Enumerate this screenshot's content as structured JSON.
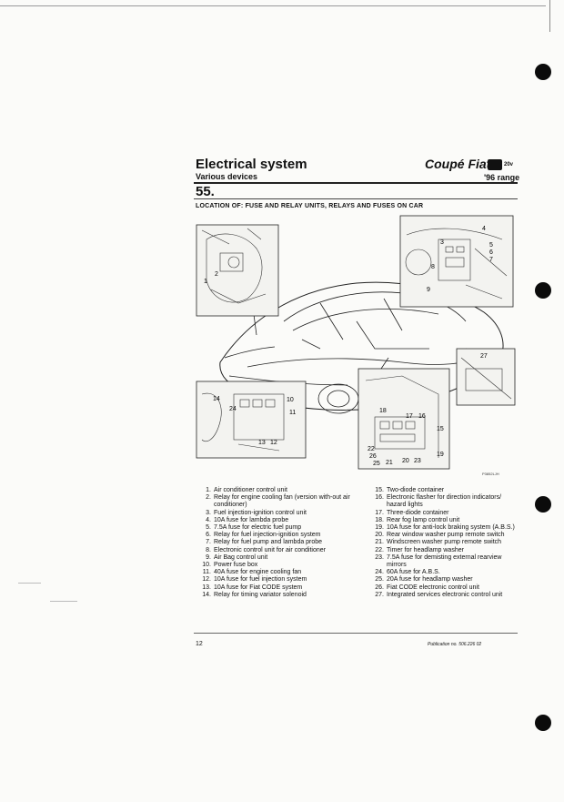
{
  "header": {
    "title": "Electrical system",
    "subtitle": "Various devices",
    "brand": "Coupé Fiat",
    "badge_text": "20v",
    "range": "'96 range"
  },
  "section": {
    "number": "55.",
    "heading": "LOCATION OF: FUSE AND RELAY UNITS, RELAYS AND FUSES ON CAR"
  },
  "figure": {
    "code": "P3852LJH",
    "callouts": [
      "1",
      "2",
      "3",
      "4",
      "5",
      "6",
      "7",
      "8",
      "9",
      "10",
      "11",
      "12",
      "13",
      "14",
      "15",
      "16",
      "17",
      "18",
      "19",
      "20",
      "21",
      "22",
      "23",
      "24",
      "25",
      "26",
      "27"
    ]
  },
  "legend_left": [
    {
      "n": "1.",
      "t": "Air conditioner control unit"
    },
    {
      "n": "2.",
      "t": "Relay for engine cooling fan (version with-out air conditioner)"
    },
    {
      "n": "3.",
      "t": "Fuel injection-ignition control unit"
    },
    {
      "n": "4.",
      "t": "10A fuse for lambda probe"
    },
    {
      "n": "5.",
      "t": "7.5A fuse for electric fuel pump"
    },
    {
      "n": "6.",
      "t": "Relay for fuel injection-ignition system"
    },
    {
      "n": "7.",
      "t": "Relay for fuel pump and lambda probe"
    },
    {
      "n": "8.",
      "t": "Electronic control unit for air conditioner"
    },
    {
      "n": "9.",
      "t": "Air Bag control unit"
    },
    {
      "n": "10.",
      "t": "Power fuse box"
    },
    {
      "n": "11.",
      "t": "40A fuse for engine cooling fan"
    },
    {
      "n": "12.",
      "t": "10A fuse for fuel injection system"
    },
    {
      "n": "13.",
      "t": "10A fuse for Fiat CODE system"
    },
    {
      "n": "14.",
      "t": "Relay for timing variator solenoid"
    }
  ],
  "legend_right": [
    {
      "n": "15.",
      "t": "Two-diode container"
    },
    {
      "n": "16.",
      "t": "Electronic flasher for direction indicators/ hazard lights"
    },
    {
      "n": "17.",
      "t": "Three-diode container"
    },
    {
      "n": "18.",
      "t": "Rear fog lamp control unit"
    },
    {
      "n": "19.",
      "t": "10A fuse for anti-lock braking system (A.B.S.)"
    },
    {
      "n": "20.",
      "t": "Rear window washer pump remote switch"
    },
    {
      "n": "21.",
      "t": "Windscreen washer pump remote switch"
    },
    {
      "n": "22.",
      "t": "Timer for headlamp washer"
    },
    {
      "n": "23.",
      "t": "7.5A fuse for demisting external rearview mirrors"
    },
    {
      "n": "24.",
      "t": "60A fuse for A.B.S."
    },
    {
      "n": "25.",
      "t": "20A fuse for headlamp washer"
    },
    {
      "n": "26.",
      "t": "Fiat CODE electronic control unit"
    },
    {
      "n": "27.",
      "t": "Integrated services electronic control unit"
    }
  ],
  "footer": {
    "page": "12",
    "publication": "Publication no. 506.226 02"
  }
}
